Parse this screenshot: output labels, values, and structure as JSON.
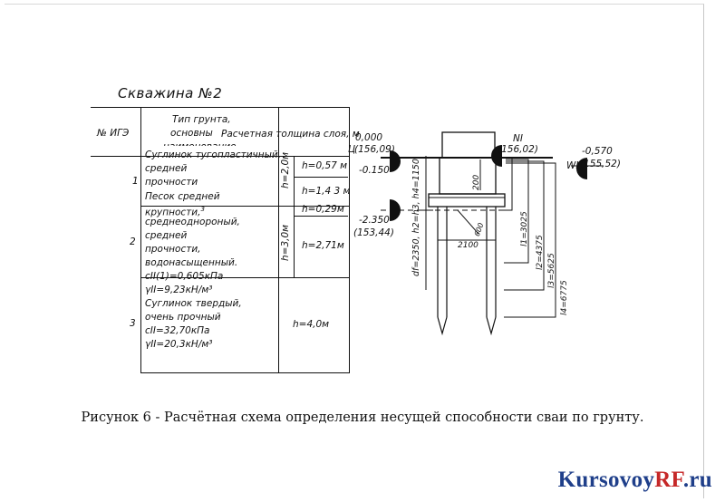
{
  "title": "Скважина №2",
  "table": {
    "header_num": "№ ИГЭ",
    "header_type_1": "Тип грунта,",
    "header_type_2": "основны",
    "header_type_3": "наименование",
    "header_thickness": "Расчетная толщина слоя, м",
    "rows": [
      {
        "num": "1",
        "lines": [
          "Суглинок тугопластичный,",
          "средней",
          "прочности"
        ],
        "layer_h": "h=2,0м",
        "sublayers": [
          "h=0,57 м",
          "h=1,4 3 м"
        ]
      },
      {
        "num": "2",
        "lines": [
          "Песок средней",
          "крупности,",
          "среднеоднороный,",
          "средней",
          "прочности,",
          "водонасыщенный.",
          "cII(1)=0,605кПа",
          "γII=9,23кН/м³"
        ],
        "superscript": "3",
        "layer_h": "h=3,0м",
        "sublayers": [
          "h=0,29м",
          "h=2,71м"
        ]
      },
      {
        "num": "3",
        "lines": [
          "Суглинок твердый,",
          "очень прочный",
          "cII=32,70кПа",
          "γII=20,3кН/м³"
        ],
        "layer_h": "h=4,0м"
      }
    ]
  },
  "marks": {
    "m1_top": "0,000",
    "m1_bot": "(156,09)",
    "m1_prefix": "Ц",
    "m2": "-0.150",
    "m3_top": "-2.350",
    "m3_bot": "(153,44)",
    "m4_top": "NI",
    "m4_bot": "(156,02)",
    "wl_top": "-0,570",
    "wl_bot": "(155,52)",
    "wl_label": "WL"
  },
  "dims": {
    "d_200": "200",
    "d_2100": "2100",
    "d_600": "600",
    "vertical": "df=2350, h2=h3, h4=1150",
    "l1": "l1=3025",
    "l2": "l2=4375",
    "l3": "l3=5625",
    "l4": "l4=6775"
  },
  "caption": "Рисунок 6 - Расчётная схема определения несущей способности сваи по грунту.",
  "logo": {
    "main": "Kursovoy",
    "accent": "RF",
    "suffix": ".ru"
  }
}
